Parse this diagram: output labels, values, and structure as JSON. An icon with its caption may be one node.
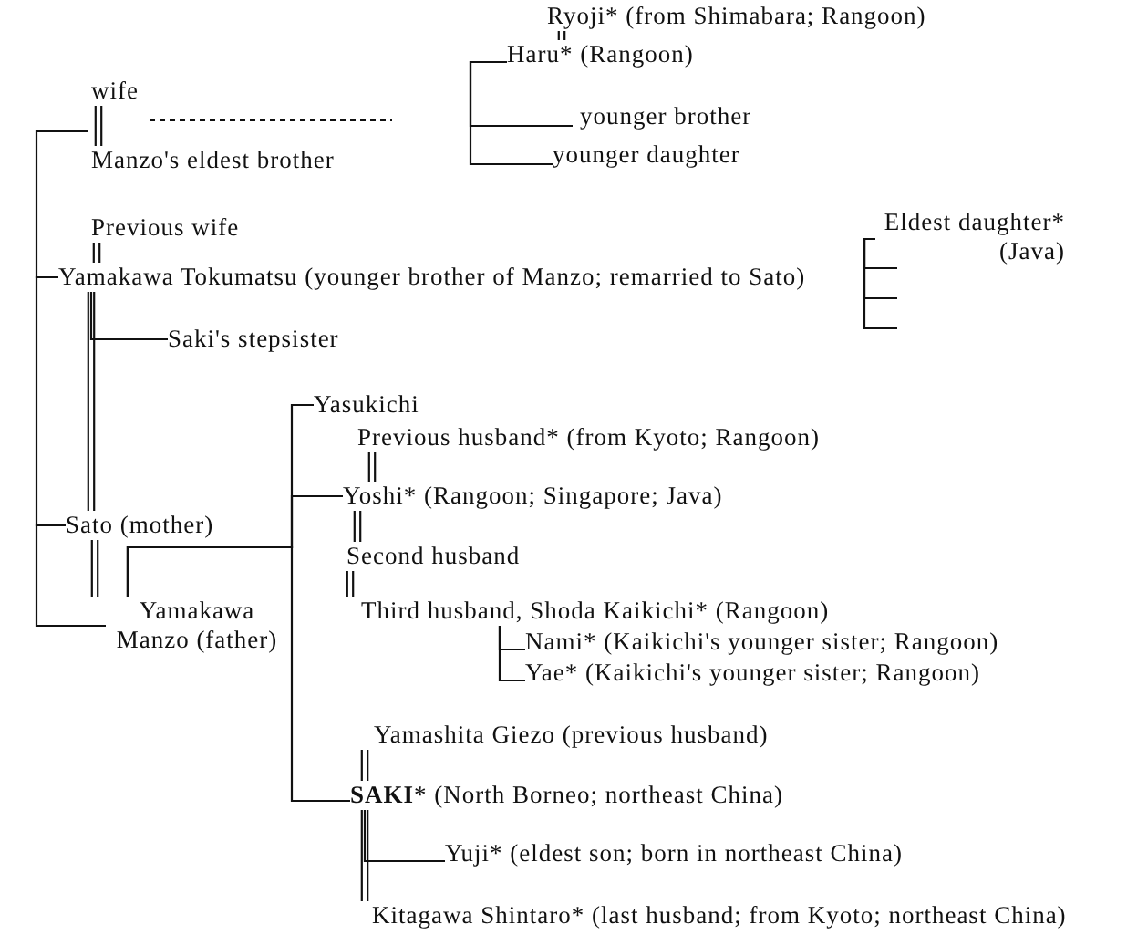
{
  "diagram": {
    "nodes": [
      {
        "text": [
          "Ryoji* (from Shimabara; Rangoon)"
        ]
      },
      {
        "text": [
          "Haru*  (Rangoon)"
        ]
      },
      {
        "text": [
          "younger brother"
        ]
      },
      {
        "text": [
          "younger daughter"
        ]
      },
      {
        "text": [
          "wife"
        ]
      },
      {
        "text": [
          "Manzo's eldest brother"
        ]
      },
      {
        "text": [
          "Previous wife"
        ]
      },
      {
        "text": [
          "Yamakawa Tokumatsu (younger brother of Manzo; remarried to Sato)"
        ]
      },
      {
        "text": [
          "Eldest daughter* (Java)"
        ]
      },
      {
        "text": [
          "Saki's stepsister"
        ]
      },
      {
        "text": [
          "Yasukichi"
        ]
      },
      {
        "text": [
          "Previous husband* (from Kyoto; Rangoon)"
        ]
      },
      {
        "text": [
          "Yoshi* (Rangoon; Singapore; Java)"
        ]
      },
      {
        "text": [
          "Sato (mother)"
        ]
      },
      {
        "text": [
          "Second husband"
        ]
      },
      {
        "text": [
          "Yamakawa Manzo (father)"
        ]
      },
      {
        "text": [
          "Third husband, Shoda Kaikichi* (Rangoon)"
        ]
      },
      {
        "text": [
          "Nami* (Kaikichi's younger sister; Rangoon)"
        ]
      },
      {
        "text": [
          "Yae* (Kaikichi's younger sister; Rangoon)"
        ]
      },
      {
        "text": [
          "Yamashita Giezo (previous husband)"
        ]
      },
      {
        "text": [
          "**SAKI*** (North Borneo; northeast China)"
        ]
      },
      {
        "text": [
          "Yuji* (eldest son; born in northeast China)"
        ]
      },
      {
        "text": [
          "Kitagawa Shintaro* (last husband; from Kyoto; northeast China)"
        ]
      }
    ],
    "edges": [
      {
        "from": 0,
        "to": 1,
        "arrow": "none"
      },
      {
        "from": 1,
        "to": 2,
        "arrow": "none"
      },
      {
        "from": 1,
        "to": 3,
        "arrow": "none"
      },
      {
        "from": 4,
        "to": 5,
        "arrow": "none"
      },
      {
        "from": 5,
        "to": 7,
        "arrow": "none"
      },
      {
        "from": 7,
        "to": 13,
        "arrow": "none"
      },
      {
        "from": 13,
        "to": 15,
        "arrow": "none"
      },
      {
        "from": 6,
        "to": 7,
        "arrow": "none"
      },
      {
        "from": 7,
        "to": 13,
        "arrow": "none"
      },
      {
        "from": 7,
        "to": 9,
        "arrow": "none"
      },
      {
        "from": 13,
        "to": 15,
        "arrow": "none"
      },
      {
        "from": 15,
        "to": 10,
        "arrow": "none"
      },
      {
        "from": 15,
        "to": 12,
        "arrow": "none"
      },
      {
        "from": 15,
        "to": 20,
        "arrow": "none"
      },
      {
        "from": 11,
        "to": 12,
        "arrow": "none"
      },
      {
        "from": 12,
        "to": 14,
        "arrow": "none"
      },
      {
        "from": 14,
        "to": 16,
        "arrow": "none"
      },
      {
        "from": 16,
        "to": 17,
        "arrow": "none"
      },
      {
        "from": 16,
        "to": 18,
        "arrow": "none"
      },
      {
        "from": 19,
        "to": 20,
        "arrow": "none"
      },
      {
        "from": 20,
        "to": 22,
        "arrow": "none"
      },
      {
        "from": 20,
        "to": 21,
        "arrow": "none"
      },
      {
        "from": 8,
        "to": null,
        "arrow": "none"
      },
      {
        "from": 8,
        "to": null,
        "arrow": "none"
      },
      {
        "from": 8,
        "to": null,
        "arrow": "none"
      }
    ]
  }
}
